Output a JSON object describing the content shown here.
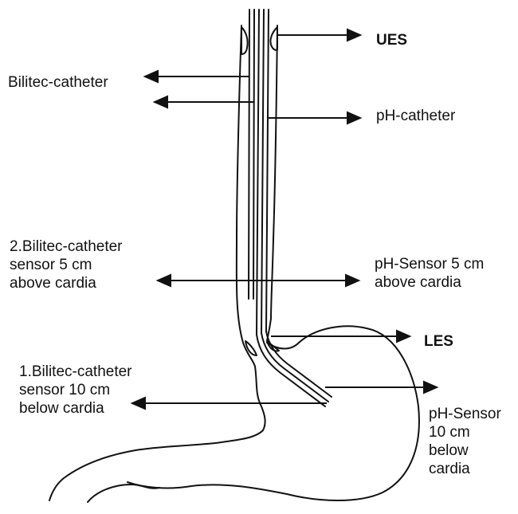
{
  "labels": {
    "ues": "UES",
    "les": "LES",
    "bilitec_catheter": "Bilitec-catheter",
    "ph_catheter": "pH-catheter",
    "bilitec_sensor_2": "2.Bilitec-catheter\nsensor 5 cm\nabove cardia",
    "ph_sensor_5": "pH-Sensor 5 cm\nabove cardia",
    "bilitec_sensor_1": "1.Bilitec-catheter\nsensor 10 cm\nbelow cardia",
    "ph_sensor_10": "pH-Sensor\n10 cm\nbelow\ncardia"
  },
  "colors": {
    "ink": "#111111",
    "background": "#ffffff"
  }
}
